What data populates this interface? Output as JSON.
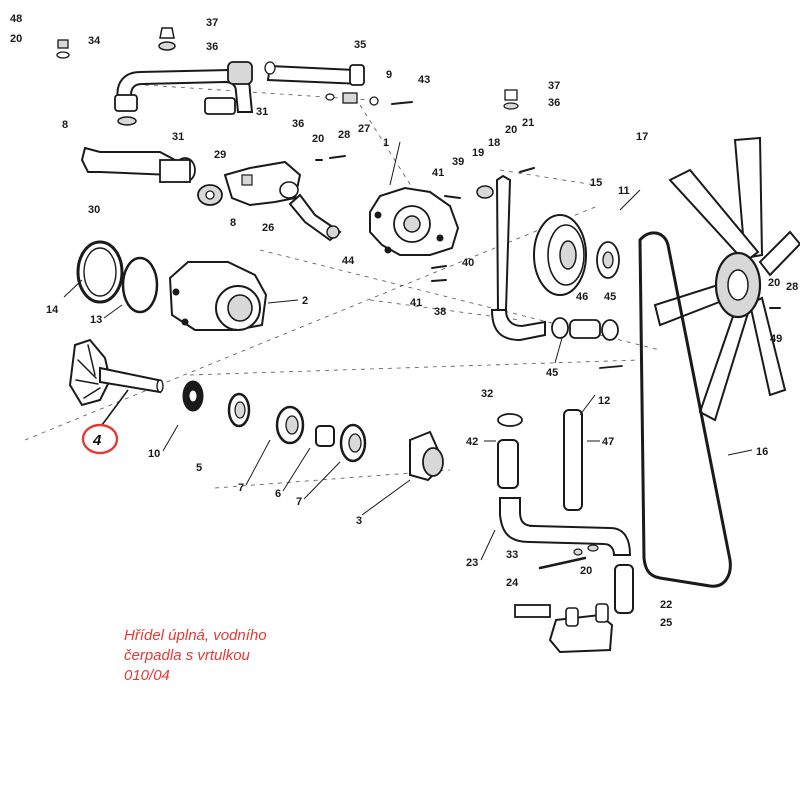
{
  "labels": [
    {
      "id": "48",
      "text": "48"
    },
    {
      "id": "20-tl",
      "text": "20"
    },
    {
      "id": "34",
      "text": "34"
    },
    {
      "id": "37-a",
      "text": "37"
    },
    {
      "id": "36-a",
      "text": "36"
    },
    {
      "id": "35",
      "text": "35"
    },
    {
      "id": "9",
      "text": "9"
    },
    {
      "id": "43",
      "text": "43"
    },
    {
      "id": "37-b",
      "text": "37"
    },
    {
      "id": "36-b",
      "text": "36"
    },
    {
      "id": "8-a",
      "text": "8"
    },
    {
      "id": "31-a",
      "text": "31"
    },
    {
      "id": "31-b",
      "text": "31"
    },
    {
      "id": "36-c",
      "text": "36"
    },
    {
      "id": "20-a",
      "text": "20"
    },
    {
      "id": "28-a",
      "text": "28"
    },
    {
      "id": "27",
      "text": "27"
    },
    {
      "id": "1",
      "text": "1"
    },
    {
      "id": "18",
      "text": "18"
    },
    {
      "id": "20-b",
      "text": "20"
    },
    {
      "id": "21",
      "text": "21"
    },
    {
      "id": "17",
      "text": "17"
    },
    {
      "id": "29",
      "text": "29"
    },
    {
      "id": "41-a",
      "text": "41"
    },
    {
      "id": "39",
      "text": "39"
    },
    {
      "id": "19",
      "text": "19"
    },
    {
      "id": "15",
      "text": "15"
    },
    {
      "id": "11",
      "text": "11"
    },
    {
      "id": "30",
      "text": "30"
    },
    {
      "id": "8-b",
      "text": "8"
    },
    {
      "id": "26",
      "text": "26"
    },
    {
      "id": "44",
      "text": "44"
    },
    {
      "id": "40",
      "text": "40"
    },
    {
      "id": "41-b",
      "text": "41"
    },
    {
      "id": "38",
      "text": "38"
    },
    {
      "id": "46",
      "text": "46"
    },
    {
      "id": "45-a",
      "text": "45"
    },
    {
      "id": "20-c",
      "text": "20"
    },
    {
      "id": "28-b",
      "text": "28"
    },
    {
      "id": "49",
      "text": "49"
    },
    {
      "id": "14",
      "text": "14"
    },
    {
      "id": "13",
      "text": "13"
    },
    {
      "id": "2",
      "text": "2"
    },
    {
      "id": "45-b",
      "text": "45"
    },
    {
      "id": "32",
      "text": "32"
    },
    {
      "id": "12",
      "text": "12"
    },
    {
      "id": "42",
      "text": "42"
    },
    {
      "id": "47",
      "text": "47"
    },
    {
      "id": "16",
      "text": "16"
    },
    {
      "id": "10",
      "text": "10"
    },
    {
      "id": "5",
      "text": "5"
    },
    {
      "id": "7-a",
      "text": "7"
    },
    {
      "id": "6",
      "text": "6"
    },
    {
      "id": "7-b",
      "text": "7"
    },
    {
      "id": "3",
      "text": "3"
    },
    {
      "id": "23",
      "text": "23"
    },
    {
      "id": "33",
      "text": "33"
    },
    {
      "id": "20-d",
      "text": "20"
    },
    {
      "id": "24",
      "text": "24"
    },
    {
      "id": "22",
      "text": "22"
    },
    {
      "id": "25",
      "text": "25"
    }
  ],
  "highlight": {
    "number": "4",
    "color": "#e53935"
  },
  "caption": {
    "lines": [
      "Hřídel úplná, vodního",
      "čerpadla s vrtulkou",
      "010/04"
    ],
    "color": "#e53935"
  }
}
